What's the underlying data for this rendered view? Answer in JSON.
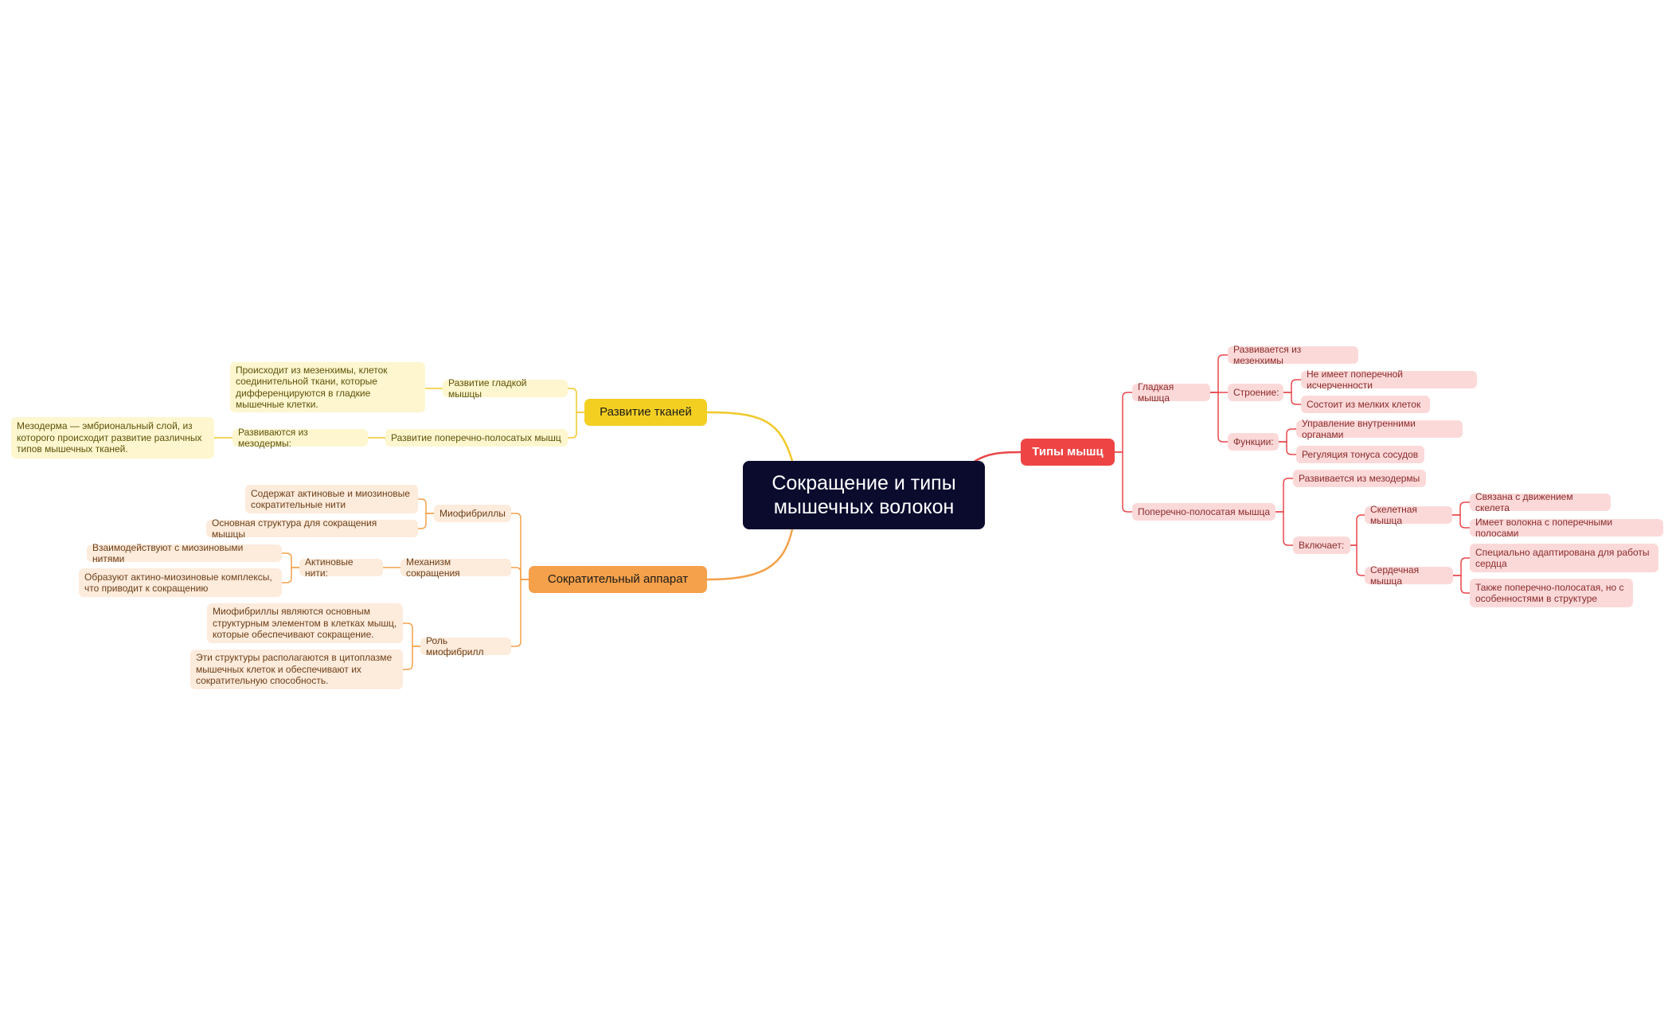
{
  "colors": {
    "yellow": "#f0c929",
    "orange": "#f4a14a",
    "red": "#e8474b",
    "root_bg": "#0b0b2e"
  },
  "root": {
    "label": "Сокращение и типы мышечных волокон"
  },
  "branches": {
    "tissue": {
      "label": "Развитие тканей",
      "smooth": {
        "label": "Развитие гладкой мышцы",
        "leaf": "Происходит из мезенхимы, клеток соединительной ткани, которые дифференцируются в гладкие мышечные клетки."
      },
      "striated": {
        "label": "Развитие поперечно-полосатых мышц",
        "from": "Развиваются из мезодермы:",
        "leaf": "Мезодерма — эмбриональный слой, из которого происходит развитие различных типов мышечных тканей."
      }
    },
    "apparatus": {
      "label": "Сократительный аппарат",
      "myofibrils": {
        "label": "Миофибриллы",
        "leaf1": "Содержат актиновые и миозиновые сократительные нити",
        "leaf2": "Основная структура для сокращения мышцы"
      },
      "mechanism": {
        "label": "Механизм сокращения",
        "actin": "Актиновые нити:",
        "leaf1": "Взаимодействуют с миозиновыми нитями",
        "leaf2": "Образуют актино-миозиновые комплексы, что приводит к сокращению"
      },
      "role": {
        "label": "Роль миофибрилл",
        "leaf1": "Миофибриллы являются основным структурным элементом в клетках мышц, которые обеспечивают сокращение.",
        "leaf2": "Эти структуры располагаются в цитоплазме мышечных клеток и обеспечивают их сократительную способность."
      }
    },
    "types": {
      "label": "Типы мышц",
      "smooth": {
        "label": "Гладкая мышца",
        "dev": "Развивается из мезенхимы",
        "structure": "Строение:",
        "s1": "Не имеет поперечной исчерченности",
        "s2": "Состоит из мелких клеток",
        "functions": "Функции:",
        "f1": "Управление внутренними органами",
        "f2": "Регуляция тонуса сосудов"
      },
      "striated": {
        "label": "Поперечно-полосатая мышца",
        "dev": "Развивается из мезодермы",
        "includes": "Включает:",
        "skeletal": "Скелетная мышца",
        "k1": "Связана с движением скелета",
        "k2": "Имеет волокна с поперечными полосами",
        "cardiac": "Сердечная мышца",
        "c1": "Специально адаптирована для работы сердца",
        "c2": "Также поперечно-полосатая, но с особенностями в структуре"
      }
    }
  }
}
